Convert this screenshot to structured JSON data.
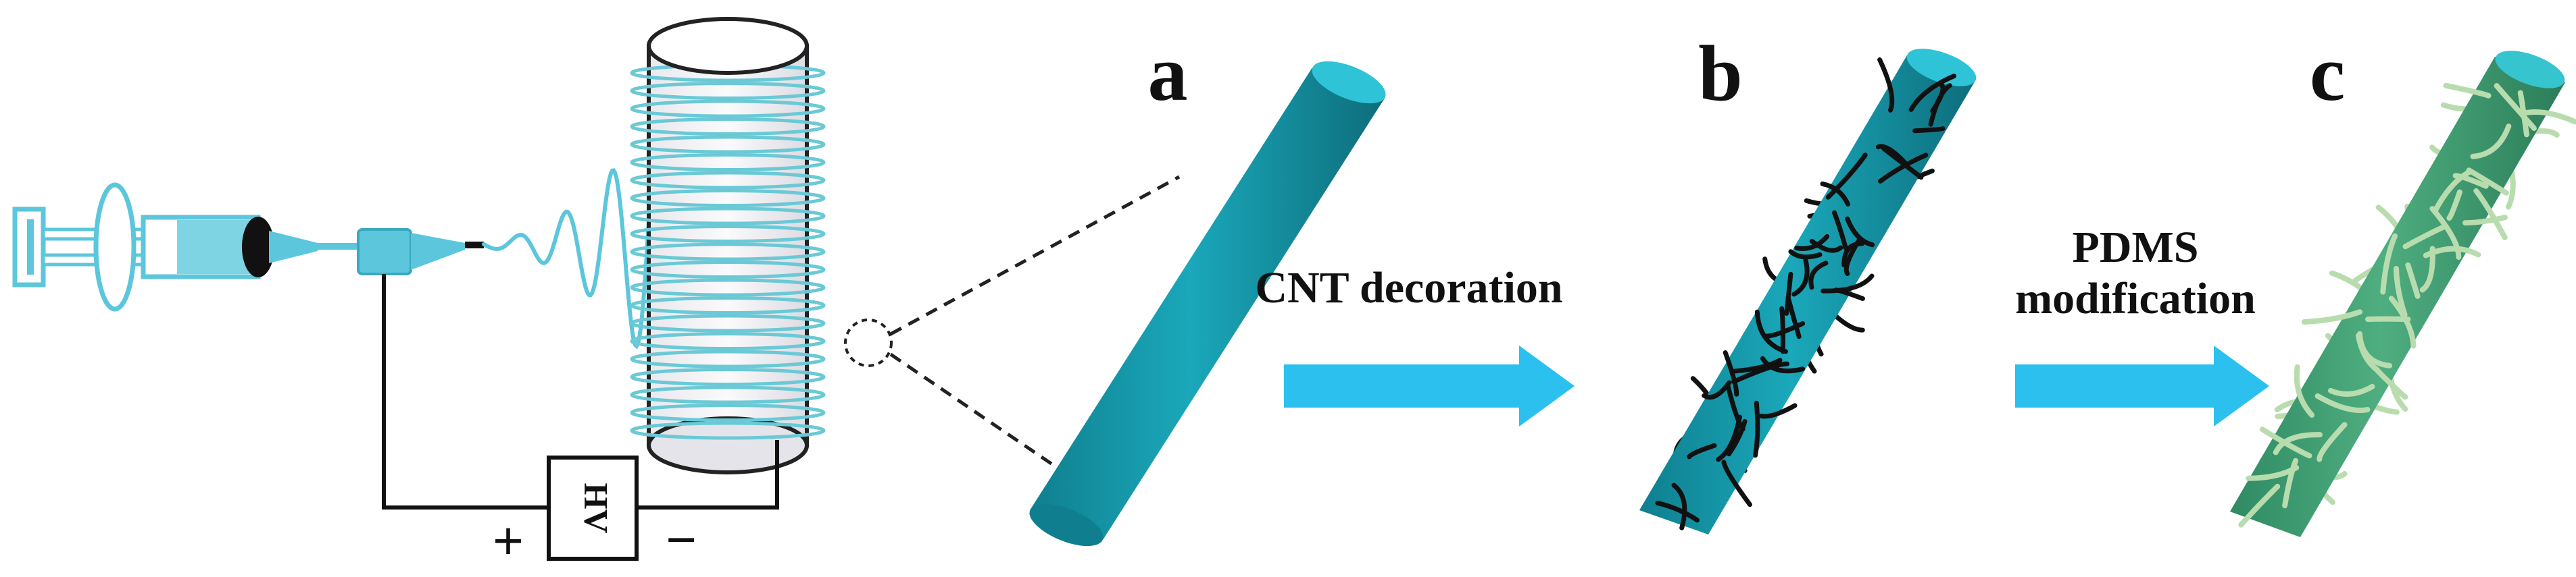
{
  "panels": {
    "a": "a",
    "b": "b",
    "c": "c"
  },
  "steps": {
    "step1": "CNT decoration",
    "step2_line1": "PDMS",
    "step2_line2": "modification"
  },
  "power_supply": {
    "label": "HV",
    "positive": "+",
    "negative": "−"
  },
  "colors": {
    "fiber": "#17a2b5",
    "fiber_dark": "#0f6f7e",
    "arrow": "#2cc0ee",
    "coil": "#6bc9d6",
    "syringe": "#5cc6dc",
    "cnt": "#111111",
    "pdms_fiber": "#3f9e74",
    "pdms_strand": "#b8dcae"
  },
  "icons": [
    "syringe-icon",
    "needle-tip-icon",
    "collector-drum-icon",
    "hv-supply-icon",
    "flow-arrow-icon"
  ]
}
